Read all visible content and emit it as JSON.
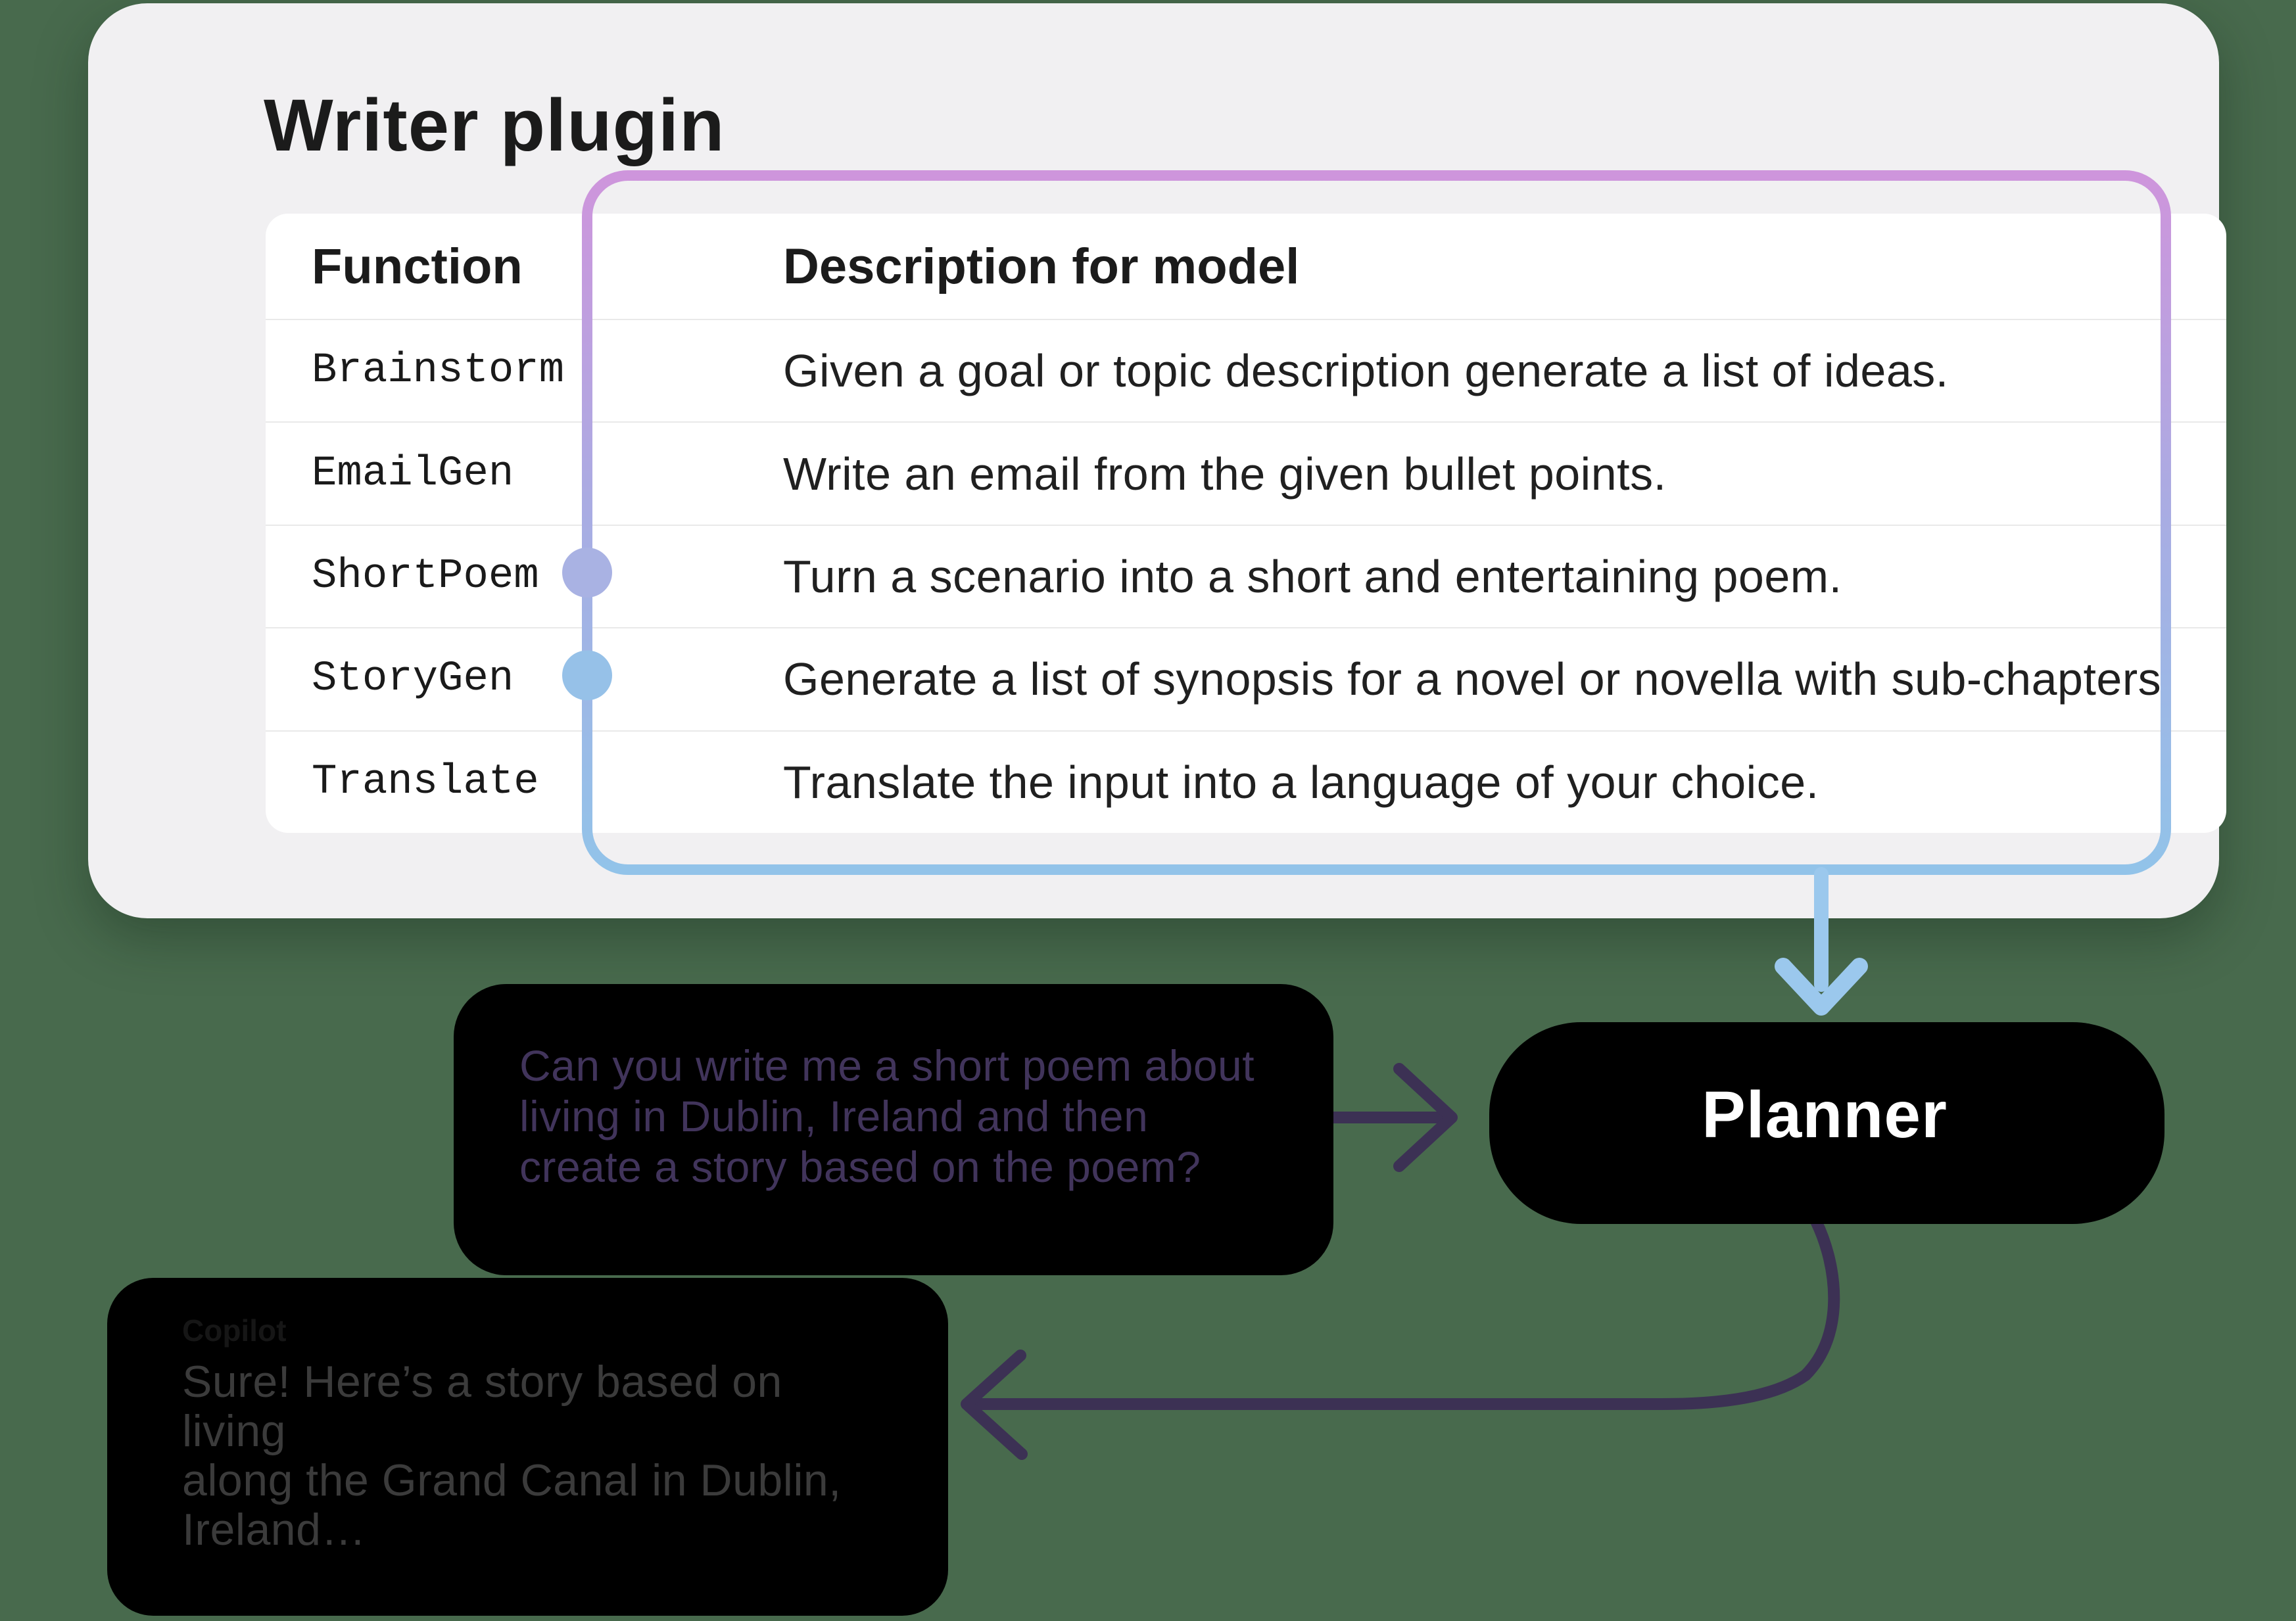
{
  "plugin_card": {
    "title": "Writer plugin",
    "table": {
      "columns": {
        "function": "Function",
        "description": "Description for model"
      },
      "rows": [
        {
          "function": "Brainstorm",
          "description": "Given a goal or topic description generate a list of ideas."
        },
        {
          "function": "EmailGen",
          "description": "Write an email from the given bullet points."
        },
        {
          "function": "ShortPoem",
          "description": "Turn a scenario into a short and entertaining poem."
        },
        {
          "function": "StoryGen",
          "description": "Generate a list of synopsis for a novel or novella with sub-chapters."
        },
        {
          "function": "Translate",
          "description": "Translate the input into a language of your choice."
        }
      ],
      "connected_functions": [
        "ShortPoem",
        "StoryGen"
      ]
    }
  },
  "user_message": {
    "text": "Can you write me a short poem about\nliving in Dublin, Ireland and then\ncreate a story based on the poem?"
  },
  "planner_node": {
    "label": "Planner"
  },
  "copilot_message": {
    "author": "Copilot",
    "text": "Sure! Here’s a story based on living\nalong the Grand Canal in Dublin,\nIreland…"
  },
  "colors": {
    "background": "#486a4d",
    "card": "#f1f0f2",
    "selection_border_top": "#ce95dc",
    "selection_border_bottom": "#92c3e9",
    "dot_shortpoem": "#a9b2e3",
    "dot_storygen": "#96c1e8",
    "blue_arrow": "#9bc8ed",
    "dark_arrow": "#3c3154",
    "planner_gradient_left": "#d9a0db",
    "planner_gradient_right": "#9fcce9",
    "user_bubble_left": "#dbe7f7",
    "user_bubble_right": "#ecdef4"
  }
}
